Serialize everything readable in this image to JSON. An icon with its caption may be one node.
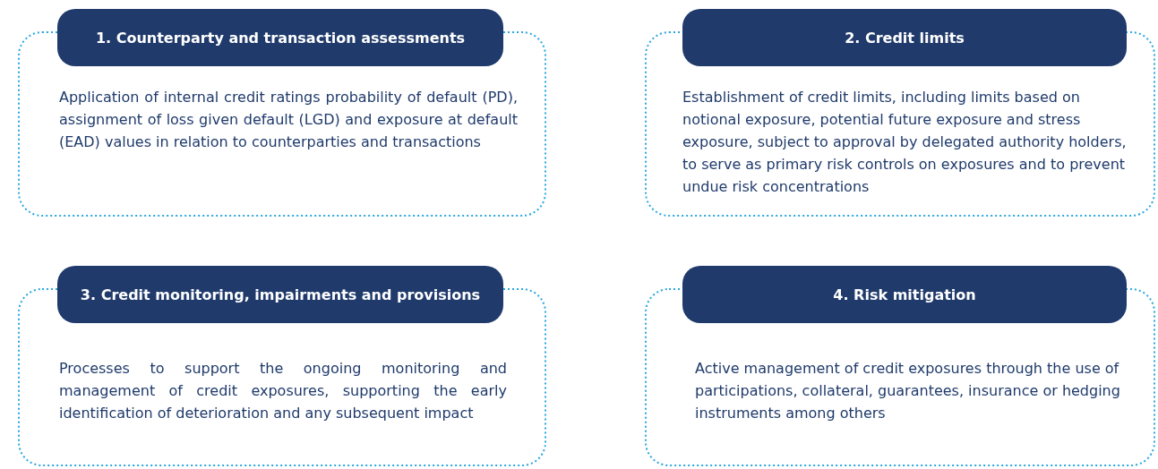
{
  "diagram": {
    "nodes": [
      {
        "text": [
          "1. Counterparty and transaction assessments",
          "Application of internal credit ratings probability of default (PD), assignment of loss given default (LGD) and exposure at default (EAD) values in relation to counterparties and transactions"
        ]
      },
      {
        "text": [
          "2. Credit limits",
          "Establishment of credit limits, including limits based on notional exposure, potential future exposure and stress exposure, subject to approval by delegated authority holders, to serve as primary risk controls on exposures and to prevent undue risk concentrations"
        ]
      },
      {
        "text": [
          "3. Credit monitoring, impairments and provisions",
          "Processes to support the ongoing monitoring and management of credit exposures, supporting the early identification of deterioration and any subsequent impact"
        ]
      },
      {
        "text": [
          "4. Risk mitigation",
          "Active management of credit exposures through the use of participations, collateral, guarantees, insurance or hedging instruments among others"
        ]
      }
    ]
  }
}
